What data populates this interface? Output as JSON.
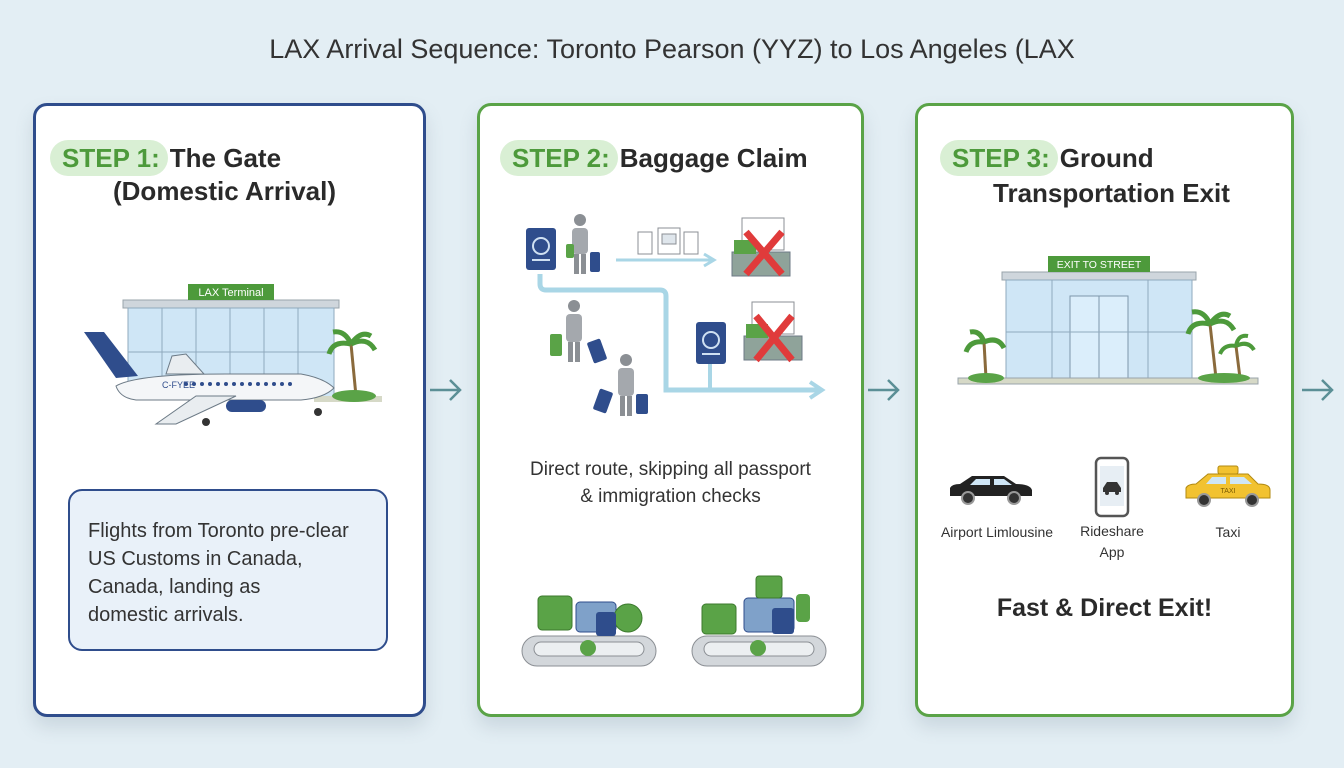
{
  "title": "LAX Arrival Sequence: Toronto Pearson (YYZ) to Los Angeles (LAX",
  "steps": [
    {
      "badge": "STEP 1:",
      "heading": "The Gate",
      "subheading": "(Domestic Arrival)",
      "sign": "LAX Terminal",
      "plane_reg": "C-FYEE",
      "note_lines": [
        "Flights from Toronto pre-clear",
        "US Customs in Canada,",
        "Canada, landing as",
        "domestic arrivals."
      ]
    },
    {
      "badge": "STEP 2:",
      "heading": "Baggage Claim",
      "route_lines": [
        "Direct route, skipping all passport",
        "& immigration checks"
      ]
    },
    {
      "badge": "STEP 3:",
      "heading": "Ground",
      "subheading": "Transportation Exit",
      "sign": "EXIT TO STREET",
      "transport": [
        {
          "label": "Airport Limlousine",
          "icon": "limousine-icon"
        },
        {
          "label": "Rideshare\nApp",
          "icon": "rideshare-phone-icon"
        },
        {
          "label": "Taxi",
          "icon": "taxi-icon"
        }
      ],
      "taxi_sign": "TAXI",
      "closing": "Fast & Direct Exit!"
    }
  ],
  "colors": {
    "navy": "#2f4d8c",
    "green": "#5aa347",
    "pill": "#d9efd4",
    "arrow": "#5b8f96"
  }
}
